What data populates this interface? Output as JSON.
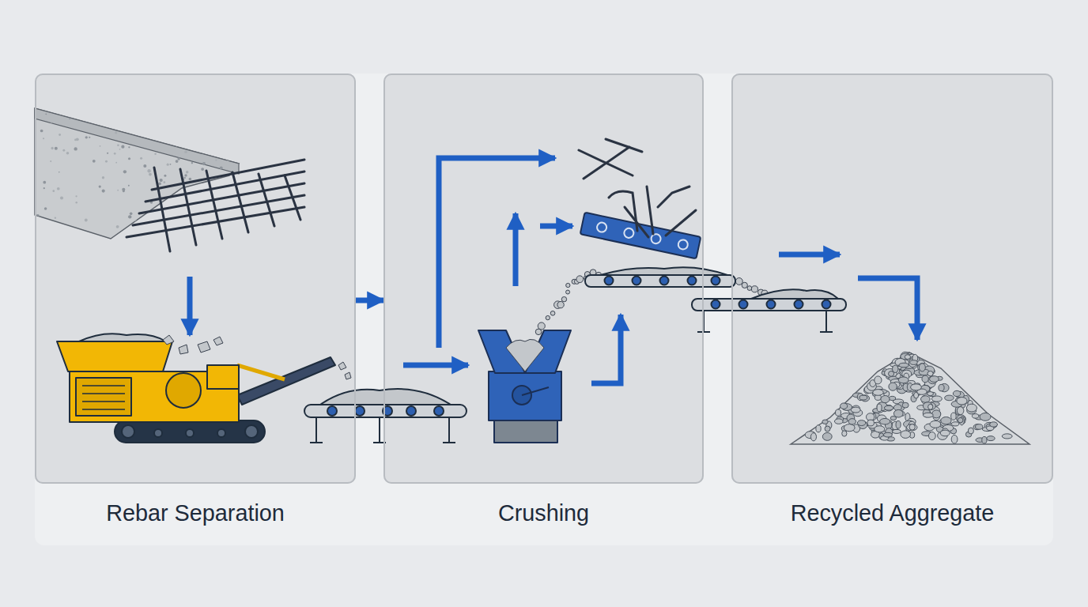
{
  "diagram": {
    "nodes": [
      {
        "text": [
          "Rebar Separation"
        ]
      },
      {
        "text": [
          "Crushing"
        ]
      },
      {
        "text": [
          "Recycled Aggregate"
        ]
      }
    ],
    "edges": [
      {
        "from": 0,
        "to": 1,
        "arrow": "to"
      }
    ]
  }
}
